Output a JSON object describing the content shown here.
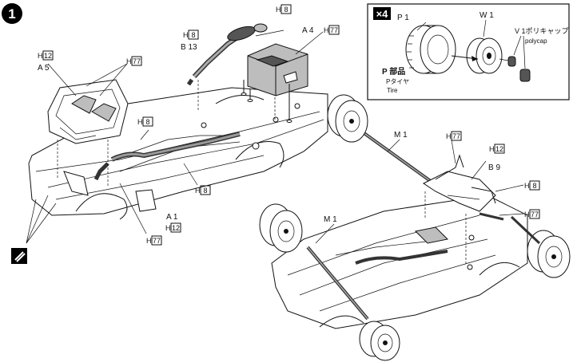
{
  "step": {
    "number": "1"
  },
  "inset": {
    "quantity": "×4",
    "parts": {
      "p1": "P 1",
      "w1": "W 1",
      "v1": "V 1ポリキャップ",
      "v1_en": "polycap"
    },
    "tire_group": {
      "title": "P 部品",
      "jp": "Pタイヤ",
      "en": "Tire"
    }
  },
  "labels": {
    "a5": "A 5",
    "a4": "A 4",
    "b13": "B 13",
    "a1": "A 1",
    "m1_top": "M 1",
    "m1_left": "M 1",
    "b9": "B 9"
  },
  "paint_codes": {
    "h12": "12",
    "h77": "77",
    "h8": "8",
    "h_prefix": "H"
  },
  "colors": {
    "ink": "#111111",
    "paper": "#ffffff",
    "box_fill": "#000000"
  },
  "icons": [
    "glue-icon"
  ]
}
